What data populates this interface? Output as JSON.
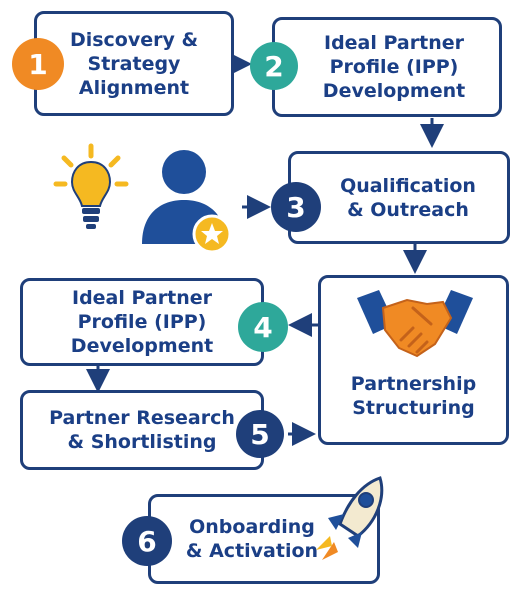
{
  "steps": [
    {
      "number": "1",
      "lines": [
        "Discovery &",
        "Strategy",
        "Alignment"
      ],
      "color": "#f08a24"
    },
    {
      "number": "2",
      "lines": [
        "Ideal Partner",
        "Profile (IPP)",
        "Development"
      ],
      "color": "#2ea89a"
    },
    {
      "number": "3",
      "lines": [
        "Qualification",
        "& Outreach"
      ],
      "color": "#1f3f7a"
    },
    {
      "number": "4",
      "lines": [
        "Ideal Partner",
        "Profile (IPP)",
        "Development"
      ],
      "color": "#2ea89a"
    },
    {
      "number": "5",
      "lines": [
        "Partner Research",
        "& Shortlisting"
      ],
      "color": "#1f3f7a"
    },
    {
      "number": "6",
      "lines": [
        "Onboarding",
        "& Activation"
      ],
      "color": "#1f3f7a"
    }
  ],
  "partnership_box": {
    "lines": [
      "Partnership",
      "Structuring"
    ]
  },
  "icons": [
    "lightbulb-icon",
    "person-icon",
    "star-badge-icon",
    "handshake-icon",
    "rocket-icon"
  ],
  "colors": {
    "navy": "#1f3f7a",
    "text": "#1b3f86",
    "orange": "#f08a24",
    "teal": "#2ea89a",
    "yellow": "#f5b921"
  }
}
